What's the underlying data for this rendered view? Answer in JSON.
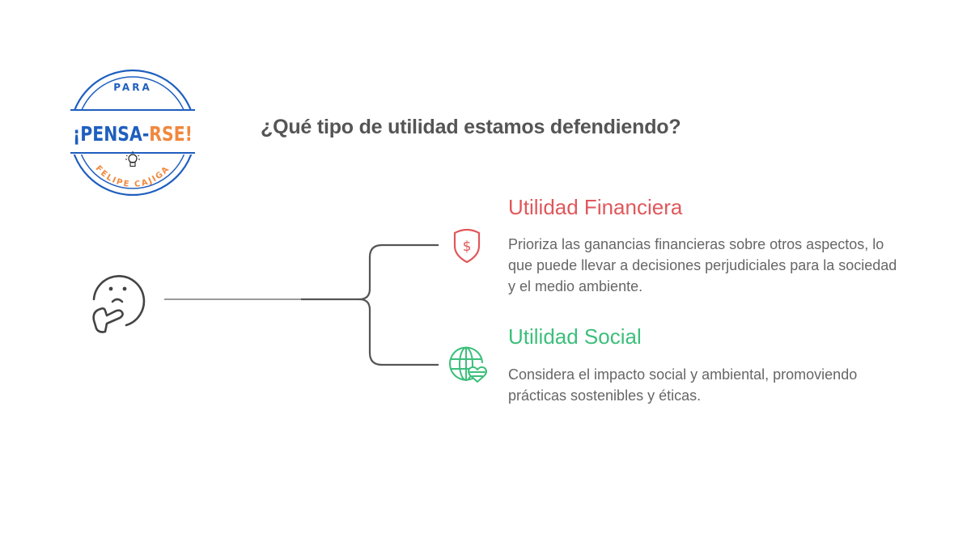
{
  "logo": {
    "top_text": "PARA",
    "main_text_part1": "¡PENSA-",
    "main_text_part2": "RSE!",
    "bottom_text": "FELIPE CAJIGA",
    "colors": {
      "blue": "#1f5fbf",
      "orange": "#f0883e"
    }
  },
  "diagram": {
    "question": "¿Qué tipo de utilidad estamos defendiendo?",
    "root_icon": "thinking-face-icon",
    "branches": [
      {
        "title": "Utilidad Financiera",
        "icon": "shield-dollar-icon",
        "color": "#e0575b",
        "description_lines": [
          "Prioriza las ganancias financieras sobre otros aspectos, lo",
          "que puede llevar a decisiones perjudiciales para la sociedad",
          "y el medio ambiente."
        ]
      },
      {
        "title": "Utilidad Social",
        "icon": "globe-heart-icon",
        "color": "#3cbf7b",
        "description_lines": [
          "Considera el impacto social y ambiental, promoviendo",
          "prácticas sostenibles y éticas."
        ]
      }
    ]
  }
}
